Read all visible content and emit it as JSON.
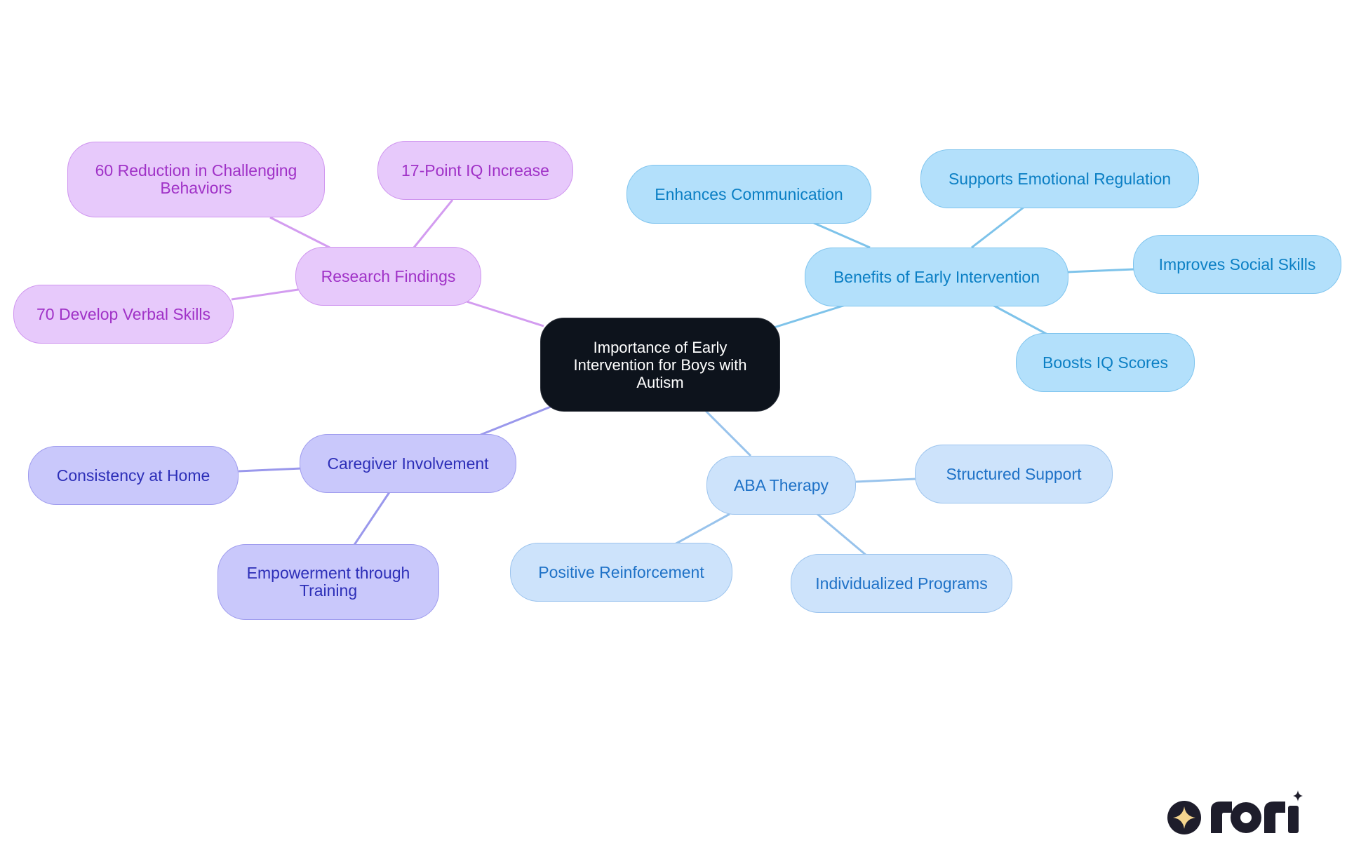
{
  "root": {
    "label": "Importance of Early Intervention for Boys with Autism"
  },
  "branches": {
    "benefits": {
      "label": "Benefits of Early Intervention",
      "color": "#7ec3ea",
      "children": [
        "Enhances Communication",
        "Supports Emotional Regulation",
        "Improves Social Skills",
        "Boosts IQ Scores"
      ]
    },
    "aba": {
      "label": "ABA Therapy",
      "color": "#98c3ec",
      "children": [
        "Structured Support",
        "Individualized Programs",
        "Positive Reinforcement"
      ]
    },
    "caregiver": {
      "label": "Caregiver Involvement",
      "color": "#9a98ec",
      "children": [
        "Consistency at Home",
        "Empowerment through Training"
      ]
    },
    "research": {
      "label": "Research Findings",
      "color": "#d39cf0",
      "children": [
        "60 Reduction in Challenging Behaviors",
        "17-Point IQ Increase",
        "70 Develop Verbal Skills"
      ]
    }
  },
  "logo": {
    "text": "rori",
    "icon": "sparkle-icon"
  }
}
